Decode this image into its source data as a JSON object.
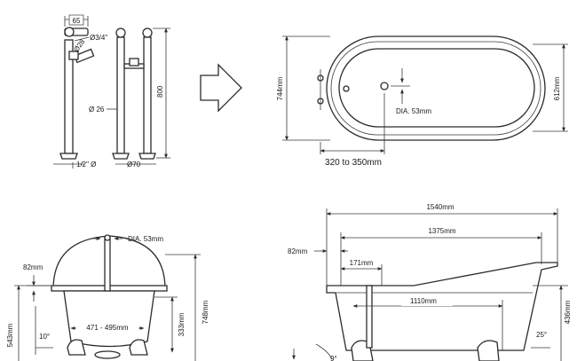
{
  "taps": {
    "width_65": "65",
    "dia_3_4": "Ø3/4\"",
    "dia_28": "Ø28",
    "dia_26": "Ø 26",
    "height_800": "800",
    "inlet_1_2": "1/2\" Ø",
    "dia_70": "Ø70"
  },
  "plan": {
    "length_744": "744mm",
    "width_612": "612mm",
    "waste_dia": "DIA. 53mm",
    "tap_offset": "320 to 350mm"
  },
  "end_view": {
    "waste_dia": "DIA. 53mm",
    "rim_82": "82mm",
    "height_543": "543mm",
    "height_748": "748mm",
    "height_333": "333mm",
    "base_width": "471 - 495mm",
    "angle_10": "10°"
  },
  "side_view": {
    "length_1540": "1540mm",
    "length_1375": "1375mm",
    "rim_82": "82mm",
    "len_171": "171mm",
    "len_1110": "1110mm",
    "height_436": "436mm",
    "angle_25": "25°",
    "angle_9": "9°"
  }
}
